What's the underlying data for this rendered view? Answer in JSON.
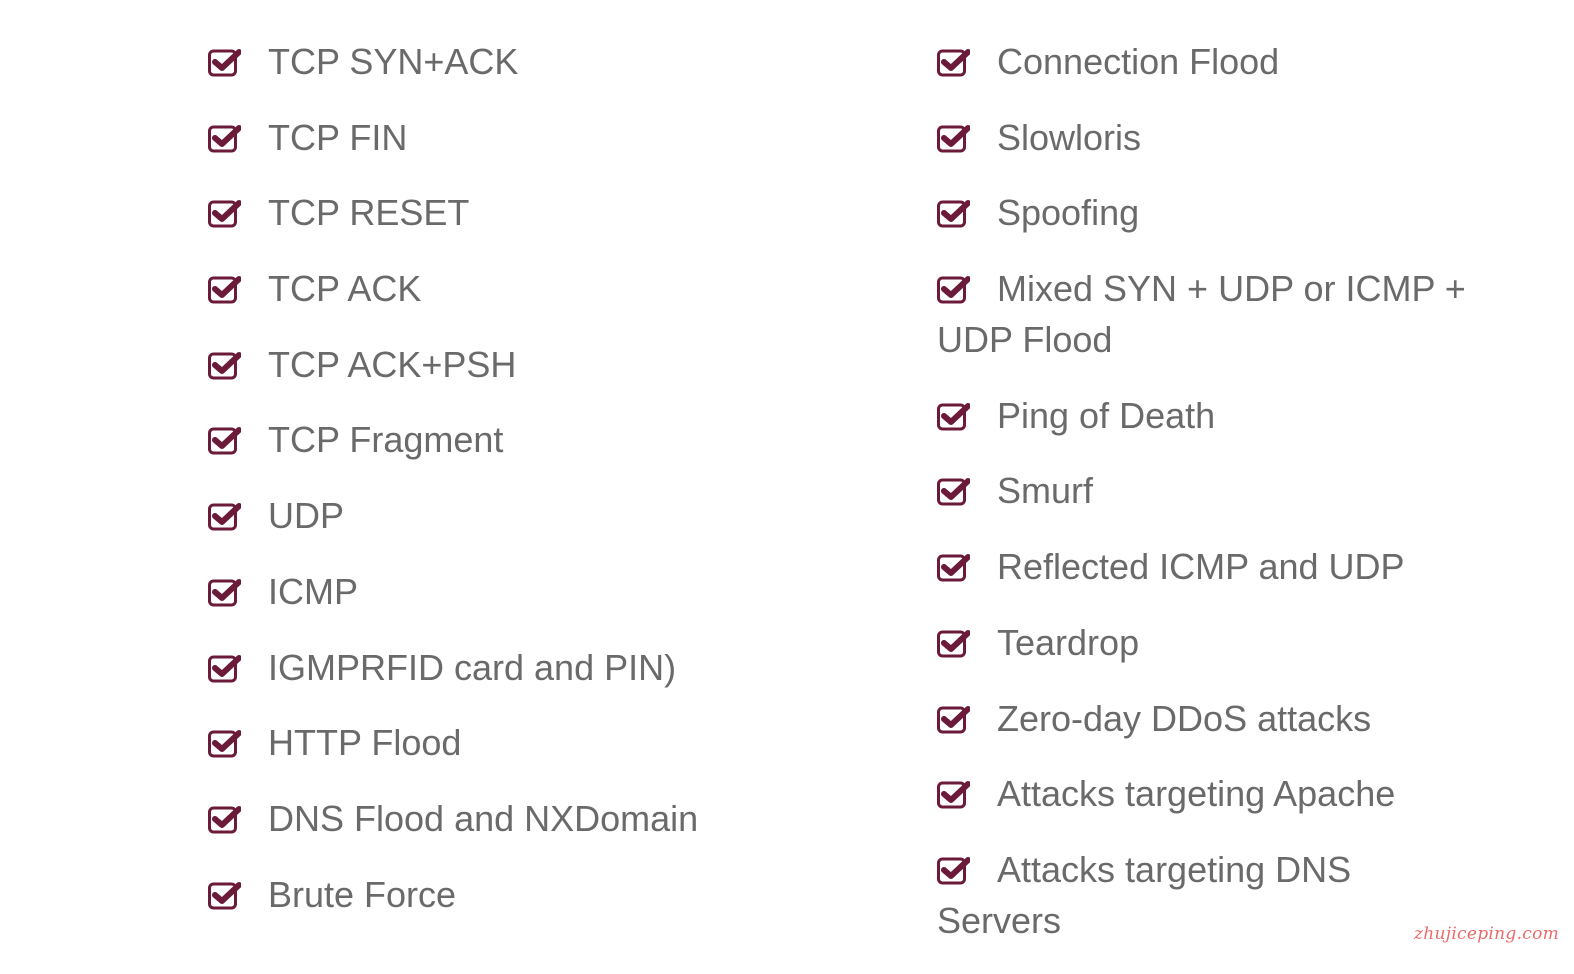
{
  "colors": {
    "check": "#6b1a3a",
    "text": "#6a6a6a"
  },
  "left_items": [
    "TCP SYN+ACK",
    "TCP FIN",
    "TCP RESET",
    "TCP ACK",
    "TCP ACK+PSH",
    "TCP Fragment",
    "UDP",
    "ICMP",
    "IGMPRFID card and PIN)",
    "HTTP Flood",
    "DNS Flood and NXDomain",
    "Brute Force"
  ],
  "right_items": [
    "Connection Flood",
    "Slowloris",
    "Spoofing",
    "Mixed SYN + UDP or ICMP + UDP Flood",
    "Ping of Death",
    "Smurf",
    "Reflected ICMP and UDP",
    "Teardrop",
    "Zero-day DDoS attacks",
    "Attacks targeting Apache",
    "Attacks targeting DNS Servers"
  ],
  "watermark": "zhujiceping.com"
}
